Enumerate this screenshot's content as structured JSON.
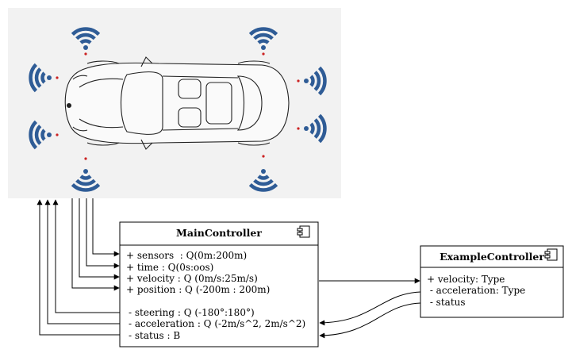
{
  "main_controller": {
    "name": "MainController",
    "inputs": [
      "+ sensors  : Q(0m:200m)",
      "+ time : Q(0s:oos)",
      "+ velocity : Q (0m/s:25m/s)",
      "+ position : Q (-200m : 200m)"
    ],
    "outputs": [
      "- steering : Q (-180°:180°)",
      "- acceleration : Q (-2m/s^2, 2m/s^2)",
      "- status : B"
    ]
  },
  "example_controller": {
    "name": "ExampleController",
    "attributes": [
      "+ velocity: Type",
      " - acceleration: Type",
      " - status"
    ]
  },
  "colors": {
    "sensor_wave": "#2f5c96",
    "sensor_dot": "#cc2222",
    "panel_bg": "#f2f2f2",
    "line": "#000000"
  },
  "icons": [
    "car-top-view-icon",
    "wifi-sensor-icon",
    "uml-component-icon"
  ]
}
